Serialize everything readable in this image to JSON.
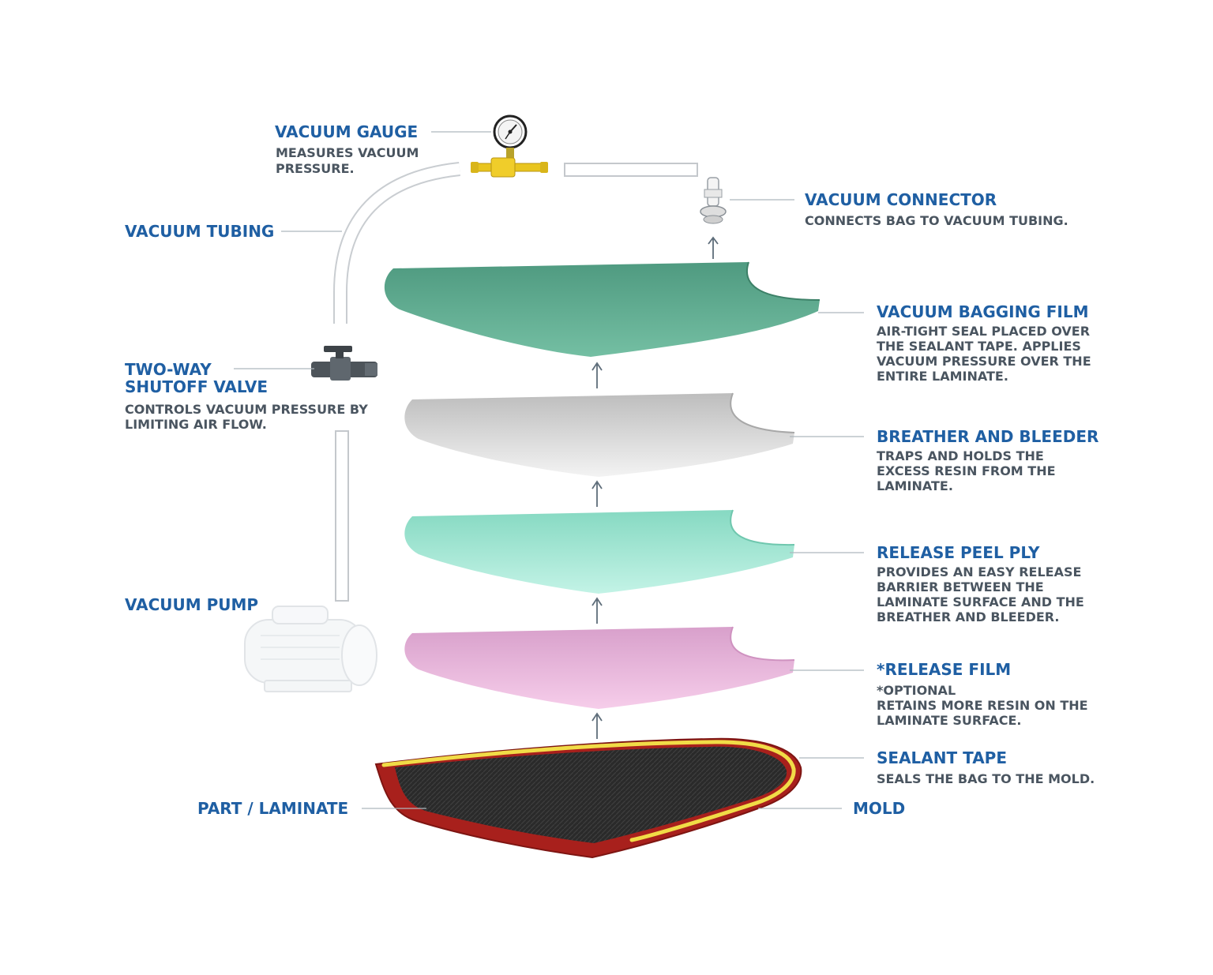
{
  "colors": {
    "title": "#1f5fa3",
    "desc": "#4a5560",
    "bagging_film": "#5fae92",
    "breather": "#dedede",
    "peel_ply": "#a7ead8",
    "release_film": "#eab8dc",
    "mold": "#b3231e",
    "sealant_tape": "#f1dc47",
    "laminate": "#2b2b2b"
  },
  "labels": {
    "vacuum_gauge": {
      "title": "VACUUM GAUGE",
      "desc": [
        "MEASURES VACUUM",
        "PRESSURE."
      ]
    },
    "vacuum_tubing": {
      "title": "VACUUM TUBING"
    },
    "vacuum_connector": {
      "title": "VACUUM CONNECTOR",
      "desc": [
        "CONNECTS BAG TO VACUUM TUBING."
      ]
    },
    "two_way_valve": {
      "title": [
        "TWO-WAY",
        "SHUTOFF VALVE"
      ],
      "desc": [
        "CONTROLS VACUUM PRESSURE BY",
        "LIMITING AIR FLOW."
      ]
    },
    "vacuum_pump": {
      "title": "VACUUM PUMP"
    },
    "vacuum_bagging_film": {
      "title": "VACUUM BAGGING FILM",
      "desc": [
        "AIR-TIGHT SEAL PLACED OVER",
        "THE SEALANT TAPE. APPLIES",
        "VACUUM PRESSURE OVER THE",
        "ENTIRE LAMINATE."
      ]
    },
    "breather_bleeder": {
      "title": "BREATHER AND BLEEDER",
      "desc": [
        "TRAPS AND HOLDS THE",
        "EXCESS RESIN FROM THE",
        "LAMINATE."
      ]
    },
    "release_peel_ply": {
      "title": "RELEASE PEEL PLY",
      "desc": [
        "PROVIDES AN EASY RELEASE",
        "BARRIER BETWEEN THE",
        "LAMINATE SURFACE AND THE",
        "BREATHER AND BLEEDER."
      ]
    },
    "release_film": {
      "title": "*RELEASE FILM",
      "desc": [
        "*OPTIONAL",
        "RETAINS MORE RESIN ON THE",
        "LAMINATE SURFACE."
      ]
    },
    "sealant_tape": {
      "title": "SEALANT TAPE",
      "desc": [
        "SEALS THE BAG TO THE MOLD."
      ]
    },
    "part_laminate": {
      "title": "PART / LAMINATE"
    },
    "mold": {
      "title": "MOLD"
    }
  }
}
